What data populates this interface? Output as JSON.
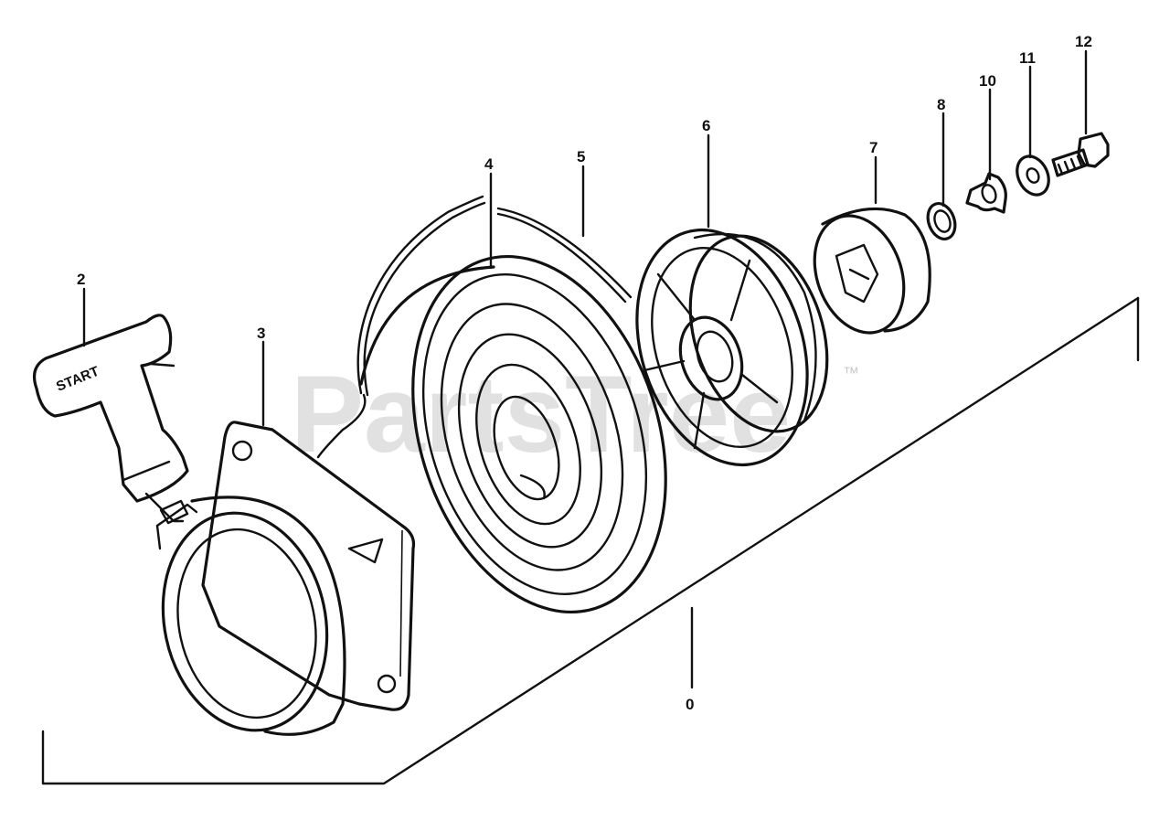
{
  "watermark": {
    "text": "PartsTree",
    "tm": "™"
  },
  "handle_text": "START",
  "callouts": [
    {
      "id": "0",
      "label": "0"
    },
    {
      "id": "2",
      "label": "2"
    },
    {
      "id": "3",
      "label": "3"
    },
    {
      "id": "4",
      "label": "4"
    },
    {
      "id": "5",
      "label": "5"
    },
    {
      "id": "6",
      "label": "6"
    },
    {
      "id": "7",
      "label": "7"
    },
    {
      "id": "8",
      "label": "8"
    },
    {
      "id": "10",
      "label": "10"
    },
    {
      "id": "11",
      "label": "11"
    },
    {
      "id": "12",
      "label": "12"
    }
  ]
}
